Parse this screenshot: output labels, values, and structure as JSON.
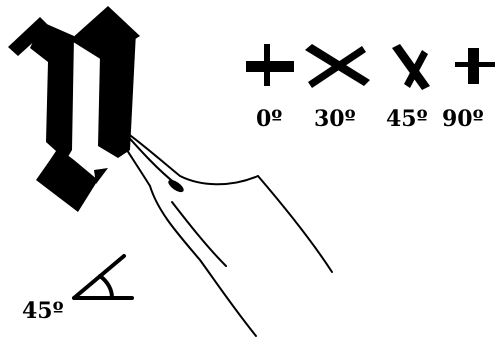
{
  "figure": {
    "letter_glyph": "n",
    "illustration": "calligraphy-pen-hand",
    "ink_color": "#000000",
    "paper_color": "#ffffff"
  },
  "stroke_examples": [
    {
      "label": "0º"
    },
    {
      "label": "30º"
    },
    {
      "label": "45º"
    },
    {
      "label": "90º"
    }
  ],
  "pen_angle": {
    "label": "45º"
  }
}
